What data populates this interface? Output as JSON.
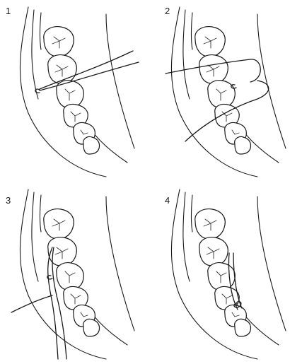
{
  "panels": [
    {
      "label": "1"
    },
    {
      "label": "2"
    },
    {
      "label": "3"
    },
    {
      "label": "4"
    }
  ],
  "line_color": "#1a1a1a",
  "background": "#ffffff"
}
